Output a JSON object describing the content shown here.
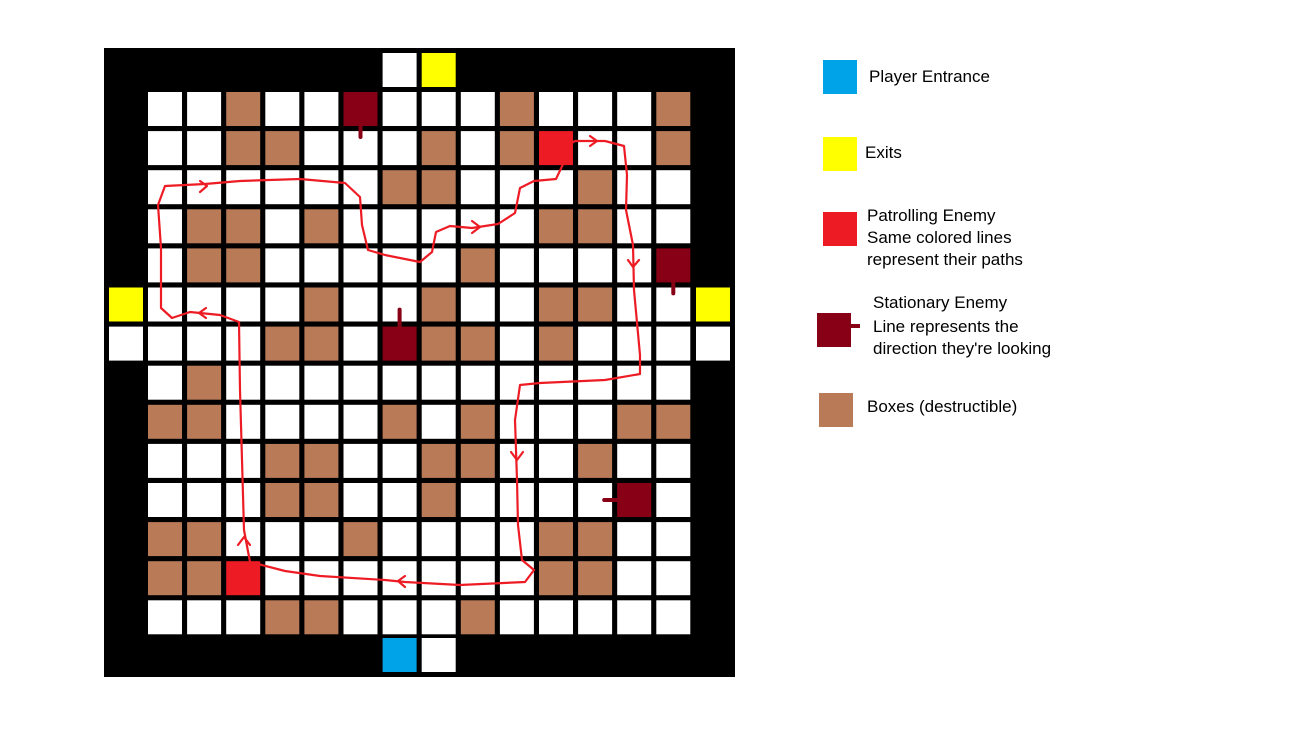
{
  "board": {
    "rows": 14,
    "cols": 14,
    "colors": {
      "wall": "#000000",
      "floor": "#ffffff",
      "box": "#b97a57",
      "player": "#00a2e8",
      "exit": "#ffff00",
      "patrol": "#ed1c24",
      "stationary": "#880015",
      "path": "#ed1c24"
    },
    "boxes": [
      [
        0,
        2
      ],
      [
        0,
        9
      ],
      [
        0,
        13
      ],
      [
        1,
        2
      ],
      [
        1,
        3
      ],
      [
        1,
        7
      ],
      [
        1,
        9
      ],
      [
        1,
        13
      ],
      [
        2,
        6
      ],
      [
        2,
        7
      ],
      [
        2,
        11
      ],
      [
        3,
        1
      ],
      [
        3,
        2
      ],
      [
        3,
        4
      ],
      [
        3,
        10
      ],
      [
        3,
        11
      ],
      [
        4,
        1
      ],
      [
        4,
        2
      ],
      [
        4,
        8
      ],
      [
        5,
        4
      ],
      [
        5,
        7
      ],
      [
        5,
        10
      ],
      [
        5,
        11
      ],
      [
        6,
        3
      ],
      [
        6,
        4
      ],
      [
        6,
        7
      ],
      [
        6,
        8
      ],
      [
        6,
        10
      ],
      [
        7,
        1
      ],
      [
        8,
        0
      ],
      [
        8,
        1
      ],
      [
        8,
        6
      ],
      [
        8,
        8
      ],
      [
        8,
        12
      ],
      [
        8,
        13
      ],
      [
        9,
        3
      ],
      [
        9,
        4
      ],
      [
        9,
        7
      ],
      [
        9,
        8
      ],
      [
        9,
        11
      ],
      [
        10,
        3
      ],
      [
        10,
        4
      ],
      [
        10,
        7
      ],
      [
        11,
        0
      ],
      [
        11,
        1
      ],
      [
        11,
        5
      ],
      [
        11,
        10
      ],
      [
        11,
        11
      ],
      [
        12,
        0
      ],
      [
        12,
        1
      ],
      [
        12,
        10
      ],
      [
        12,
        11
      ],
      [
        13,
        3
      ],
      [
        13,
        4
      ],
      [
        13,
        8
      ]
    ],
    "patrolling_enemies": [
      [
        1,
        10
      ],
      [
        12,
        2
      ]
    ],
    "stationary_enemies": [
      {
        "cell": [
          0,
          5
        ],
        "facing": "down"
      },
      {
        "cell": [
          6,
          6
        ],
        "facing": "up"
      },
      {
        "cell": [
          4,
          13
        ],
        "facing": "down"
      },
      {
        "cell": [
          10,
          12
        ],
        "facing": "left"
      }
    ],
    "exits": [
      {
        "position": "top",
        "index": 1
      },
      {
        "position": "left",
        "index": 0
      },
      {
        "position": "right",
        "index": 0
      }
    ],
    "player_entrance": {
      "position": "bottom",
      "index": 0
    }
  },
  "legend": {
    "player_entrance": {
      "label": "Player Entrance",
      "icon": "blue-square"
    },
    "exits": {
      "label": "Exits",
      "icon": "yellow-square"
    },
    "patrolling_enemy": {
      "label": "Patrolling Enemy",
      "line2": "Same colored lines",
      "line3": "represent their paths",
      "icon": "red-square"
    },
    "stationary_enemy": {
      "label": "Stationary Enemy",
      "line2": "Line represents the",
      "line3": "direction they're looking",
      "icon": "dark-red-square-with-line"
    },
    "boxes": {
      "label": "Boxes (destructible)",
      "icon": "brown-square"
    }
  }
}
